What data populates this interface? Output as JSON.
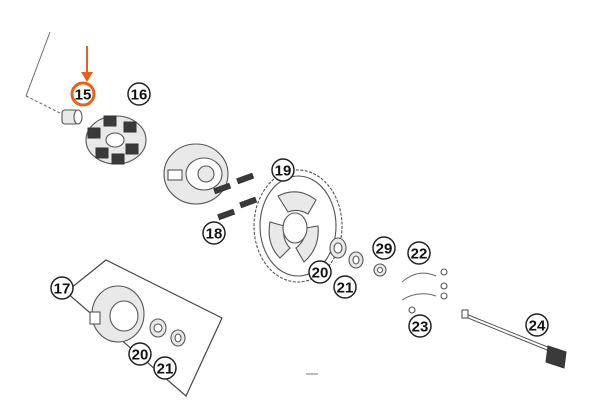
{
  "callouts": [
    {
      "id": "15",
      "label": "15",
      "highlighted": true
    },
    {
      "id": "16",
      "label": "16"
    },
    {
      "id": "17",
      "label": "17"
    },
    {
      "id": "18",
      "label": "18"
    },
    {
      "id": "19",
      "label": "19"
    },
    {
      "id": "20a",
      "label": "20"
    },
    {
      "id": "21a",
      "label": "21"
    },
    {
      "id": "29",
      "label": "29"
    },
    {
      "id": "22",
      "label": "22"
    },
    {
      "id": "23",
      "label": "23"
    },
    {
      "id": "24",
      "label": "24"
    },
    {
      "id": "20b",
      "label": "20"
    },
    {
      "id": "21b",
      "label": "21"
    }
  ],
  "colors": {
    "highlight": "#e8621a",
    "callout_stroke": "#222222",
    "part_stroke": "#555555"
  }
}
